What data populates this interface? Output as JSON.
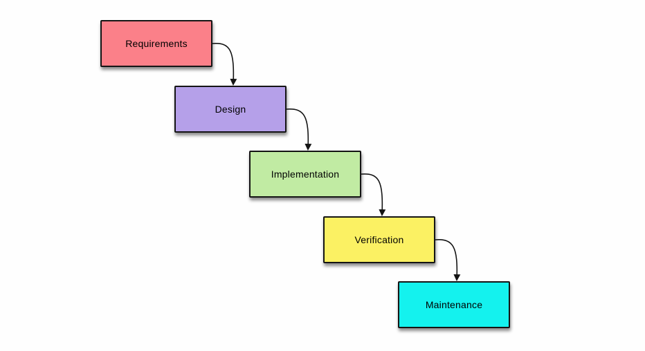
{
  "diagram": {
    "type": "flowchart",
    "stages": [
      {
        "label": "Requirements",
        "color": "#fb8089"
      },
      {
        "label": "Design",
        "color": "#b5a0e9"
      },
      {
        "label": "Implementation",
        "color": "#c1eba3"
      },
      {
        "label": "Verification",
        "color": "#fbf163"
      },
      {
        "label": "Maintenance",
        "color": "#14f2ee"
      }
    ],
    "connections": [
      {
        "from": "Requirements",
        "to": "Design"
      },
      {
        "from": "Design",
        "to": "Implementation"
      },
      {
        "from": "Implementation",
        "to": "Verification"
      },
      {
        "from": "Verification",
        "to": "Maintenance"
      }
    ],
    "colors": {
      "border": "#141414",
      "arrow": "#141414",
      "text": "#000000",
      "background": "#fefefe"
    }
  }
}
